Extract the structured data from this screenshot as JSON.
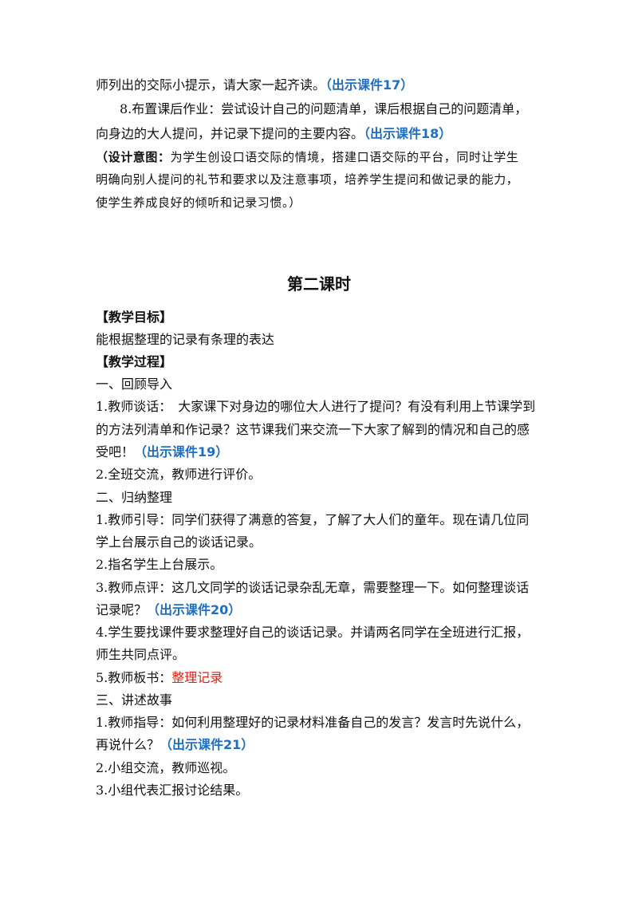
{
  "part1": {
    "l1": "师列出的交际小提示，请大家一起齐读。",
    "l1_ref": "（出示课件17）",
    "l2": "8.布置课后作业：尝试设计自己的问题清单，课后根据自己的问题清单，",
    "l3": "向身边的大人提问，并记录下提问的主要内容。",
    "l3_ref": "（出示课件18）",
    "n1_label": "（设计意图：",
    "n1": "为学生创设口语交际的情境，搭建口语交际的平台，同时让学生",
    "n2": "明确向别人提问的礼节和要求以及注意事项，培养学生提问和做记录的能力，",
    "n3": "使学生养成良好的倾听和记录习惯。）"
  },
  "section_title": "第二课时",
  "goal": {
    "heading": "【教学目标】",
    "text": "能根据整理的记录有条理的表达"
  },
  "process": {
    "heading": "【教学过程】",
    "s1": "一、回顾导入",
    "s1_1a": "1.教师谈话：　大家课下对身边的哪位大人进行了提问？有没有利用上节课学到",
    "s1_1b": "的方法列清单和作记录？这节课我们来交流一下大家了解到的情况和自己的感",
    "s1_1c": "受吧！",
    "s1_1c_ref": "（出示课件19）",
    "s1_2": "2.全班交流，教师进行评价。",
    "s2": "二、归纳整理",
    "s2_1a": "1.教师引导：同学们获得了满意的答复，了解了大人们的童年。现在请几位同",
    "s2_1b": "学上台展示自己的谈话记录。",
    "s2_2": "2.指名学生上台展示。",
    "s2_3a": "3.教师点评：这几文同学的谈话记录杂乱无章，需要整理一下。如何整理谈话",
    "s2_3b": "记录呢？",
    "s2_3b_ref": "（出示课件20）",
    "s2_4a": "4.学生要找课件要求整理好自己的谈话记录。并请两名同学在全班进行汇报，",
    "s2_4b": "师生共同点评。",
    "s2_5": "5.教师板书：",
    "s2_5_red": "整理记录",
    "s3": "三、讲述故事",
    "s3_1a": "1.教师指导：如何利用整理好的记录材料准备自己的发言？发言时先说什么，",
    "s3_1b": "再说什么？",
    "s3_1b_ref": "（出示课件21）",
    "s3_2": "2.小组交流，教师巡视。",
    "s3_3": "3.小组代表汇报讨论结果。"
  },
  "colors": {
    "ref_blue": "#1e6fc2",
    "highlight_red": "#e0201b"
  }
}
